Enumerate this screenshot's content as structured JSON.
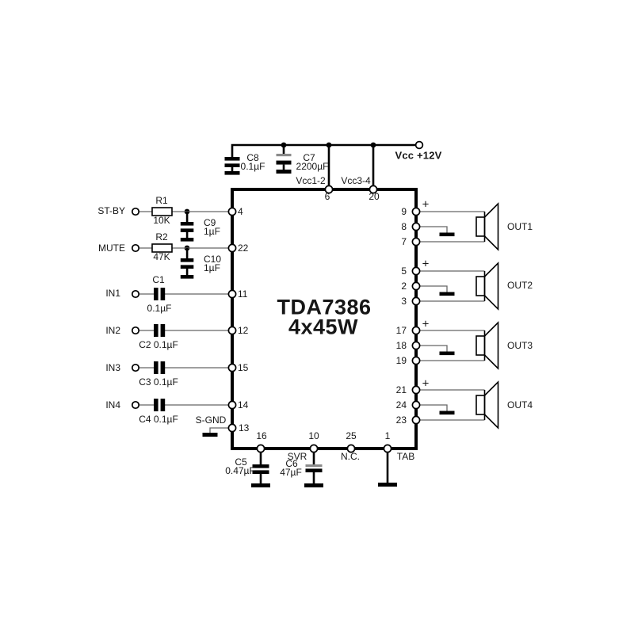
{
  "diagram": {
    "chip": {
      "part": "TDA7386",
      "power": "4x45W"
    },
    "top": {
      "vcc": "Vcc +12V",
      "c8_ref": "C8",
      "c8_val": "0.1µF",
      "c7_ref": "C7",
      "c7_val": "2200µF",
      "vcc12": "Vcc1-2",
      "vcc34": "Vcc3-4",
      "pin6": "6",
      "pin20": "20"
    },
    "left": {
      "stby": "ST-BY",
      "r1_ref": "R1",
      "r1_val": "10K",
      "c9_ref": "C9",
      "c9_val": "1µF",
      "pin4": "4",
      "mute": "MUTE",
      "r2_ref": "R2",
      "r2_val": "47K",
      "c10_ref": "C10",
      "c10_val": "1µF",
      "pin22": "22",
      "in1": "IN1",
      "c1_ref": "C1",
      "c1_val": "0.1µF",
      "pin11": "11",
      "in2": "IN2",
      "c2": "C2 0.1µF",
      "pin12": "12",
      "in3": "IN3",
      "c3": "C3 0.1µF",
      "pin15": "15",
      "in4": "IN4",
      "c4": "C4 0.1µF",
      "pin14": "14",
      "sgnd": "S-GND",
      "pin13": "13"
    },
    "right": {
      "plus": "+",
      "outputs": [
        {
          "label": "OUT1",
          "pins": [
            "9",
            "8",
            "7"
          ]
        },
        {
          "label": "OUT2",
          "pins": [
            "5",
            "2",
            "3"
          ]
        },
        {
          "label": "OUT3",
          "pins": [
            "17",
            "18",
            "19"
          ]
        },
        {
          "label": "OUT4",
          "pins": [
            "21",
            "24",
            "23"
          ]
        }
      ]
    },
    "bottom": {
      "pin16": "16",
      "c5_ref": "C5",
      "c5_val": "0.47µF",
      "pin10": "10",
      "svr": "SVR",
      "c6_ref": "C6",
      "c6_val": "47µF",
      "pin25": "25",
      "nc": "N.C.",
      "pin1": "1",
      "tab": "TAB"
    }
  }
}
